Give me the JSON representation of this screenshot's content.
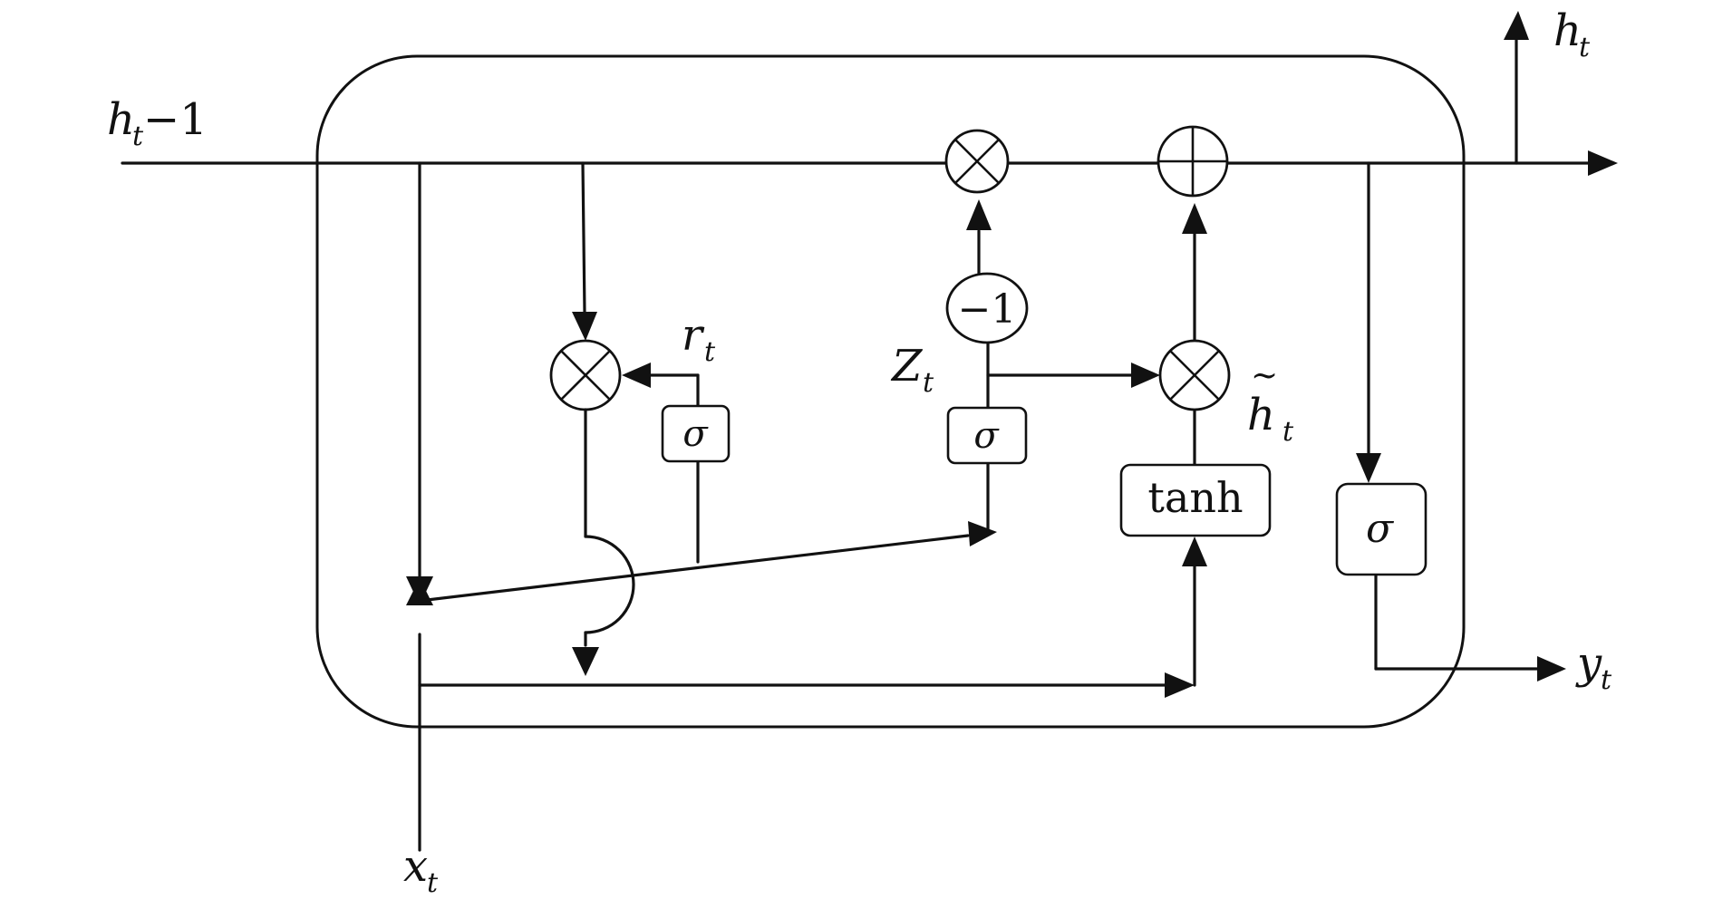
{
  "labels": {
    "h_prev": "h",
    "h_prev_sub": "t",
    "h_prev_suffix": "−1",
    "h_out": "h",
    "h_out_sub": "t",
    "r": "r",
    "r_sub": "t",
    "z": "Z",
    "z_sub": "t",
    "h_tilde": "h",
    "h_tilde_sub": "t",
    "tilde_mark": "~",
    "y": "y",
    "y_sub": "t",
    "x": "x",
    "x_sub": "t"
  },
  "gates": {
    "sigma_reset": "σ",
    "sigma_update": "σ",
    "tanh": "tanh",
    "sigma_output": "σ",
    "minus_one": "−1"
  }
}
